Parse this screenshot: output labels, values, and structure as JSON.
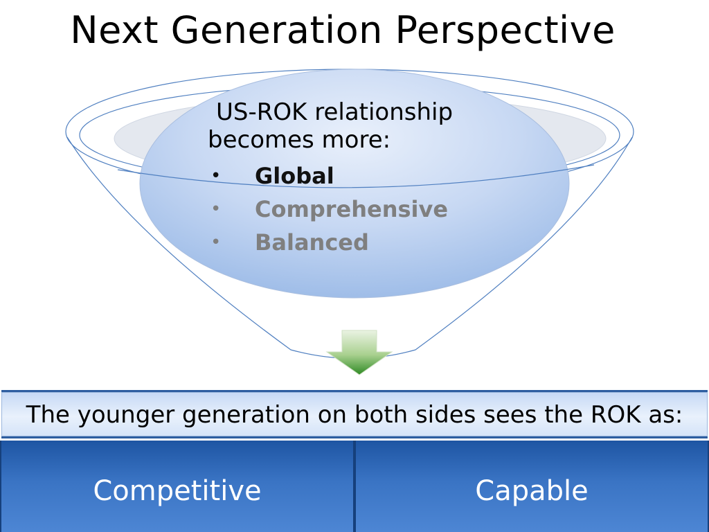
{
  "title": "Next Generation Perspective",
  "lens": {
    "heading_line1": "US-ROK relationship",
    "heading_line2": "becomes more:",
    "bullets": [
      "Global",
      "Comprehensive",
      "Balanced"
    ]
  },
  "banner": {
    "text": "The younger generation on both sides sees the ROK as:"
  },
  "tiles": [
    "Competitive",
    "Capable"
  ],
  "colors": {
    "funnel_outline": "#4f7fc0",
    "lens_fill": "#bcd1f1",
    "arrow_green": "#3f9a2f",
    "tile_blue": "#3a74c4"
  }
}
